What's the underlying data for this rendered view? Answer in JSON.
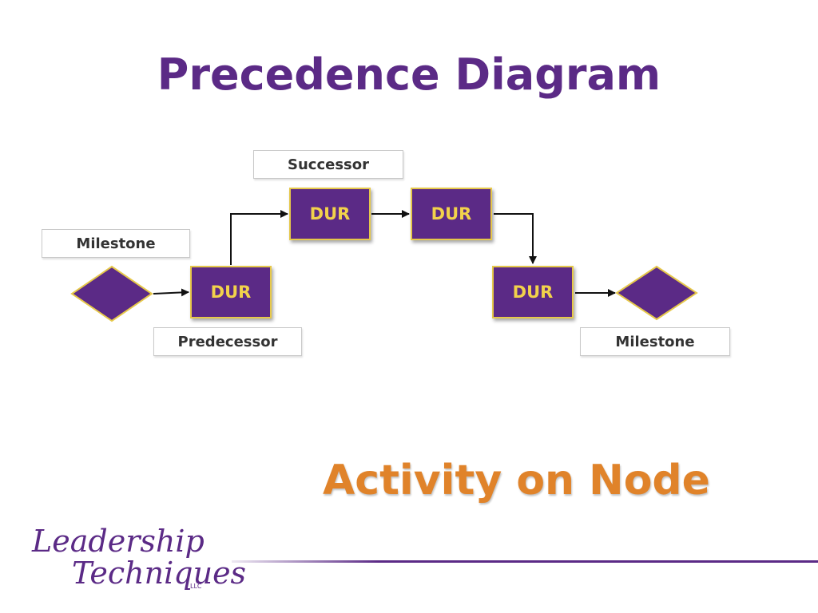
{
  "slide": {
    "title": "Precedence Diagram",
    "subtitle": "Activity on Node"
  },
  "labels": {
    "successor": "Successor",
    "milestone_start": "Milestone",
    "predecessor": "Predecessor",
    "milestone_end": "Milestone"
  },
  "nodes": {
    "predecessor": "DUR",
    "successor": "DUR",
    "next": "DUR",
    "final": "DUR"
  },
  "logo": {
    "line1": "Leadership",
    "line2": "Techniques",
    "suffix": "LLC"
  },
  "colors": {
    "purple": "#5b2a86",
    "gold": "#e6c84a",
    "orange": "#e0832a"
  }
}
